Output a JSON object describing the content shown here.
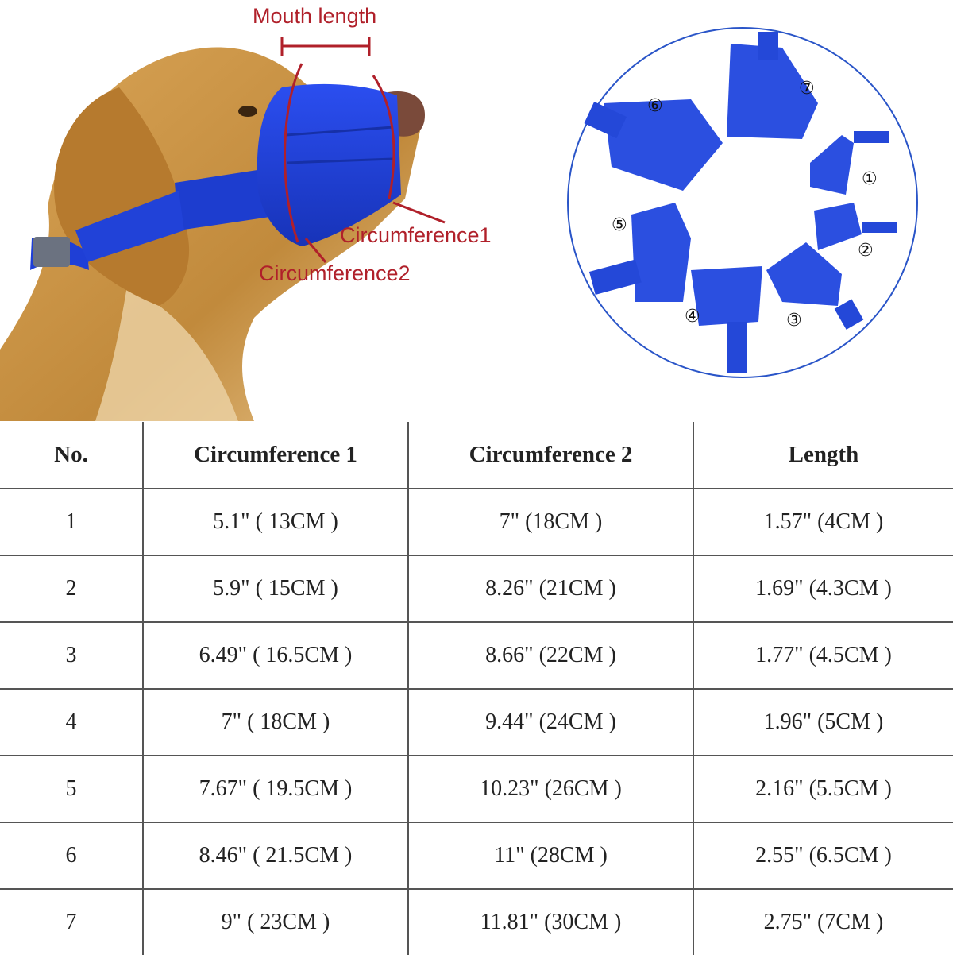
{
  "annotations": {
    "mouth_length": "Mouth length",
    "circumference1": "Circumference1",
    "circumference2": "Circumference2"
  },
  "size_markers": [
    "①",
    "②",
    "③",
    "④",
    "⑤",
    "⑥",
    "⑦"
  ],
  "colors": {
    "muzzle_blue": "#1f3fd6",
    "annotation_red": "#b0202a",
    "ring_blue": "#2a55c8",
    "dog_tan": "#c8913f",
    "table_border": "#555555"
  },
  "table": {
    "headers": [
      "No.",
      "Circumference 1",
      "Circumference 2",
      "Length"
    ],
    "rows": [
      [
        "1",
        "5.1\" ( 13CM )",
        "7\" (18CM )",
        "1.57\" (4CM )"
      ],
      [
        "2",
        "5.9\" ( 15CM )",
        "8.26\" (21CM )",
        "1.69\" (4.3CM )"
      ],
      [
        "3",
        "6.49\" ( 16.5CM )",
        "8.66\" (22CM )",
        "1.77\" (4.5CM )"
      ],
      [
        "4",
        "7\" ( 18CM )",
        "9.44\" (24CM )",
        "1.96\" (5CM )"
      ],
      [
        "5",
        "7.67\" ( 19.5CM )",
        "10.23\" (26CM )",
        "2.16\" (5.5CM )"
      ],
      [
        "6",
        "8.46\" ( 21.5CM )",
        "11\" (28CM )",
        "2.55\" (6.5CM )"
      ],
      [
        "7",
        "9\" ( 23CM )",
        "11.81\" (30CM )",
        "2.75\" (7CM )"
      ]
    ]
  }
}
